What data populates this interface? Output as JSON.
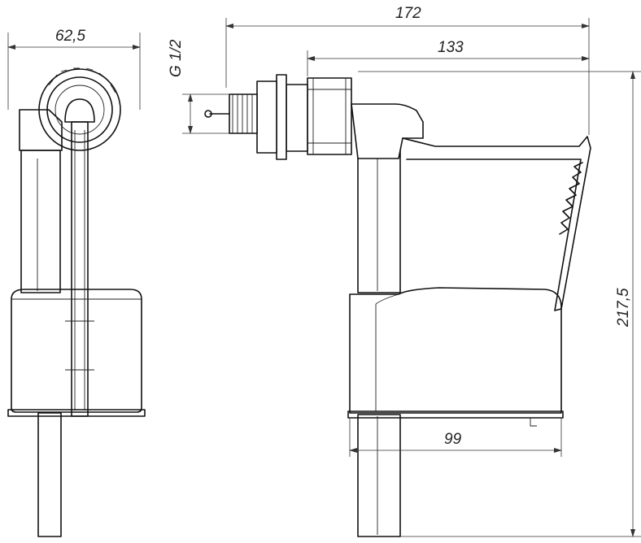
{
  "dimensions": {
    "width_side": "62,5",
    "overall_length": "172",
    "inlet_length": "133",
    "thread": "G 1/2",
    "height": "217,5",
    "float_width": "99"
  }
}
